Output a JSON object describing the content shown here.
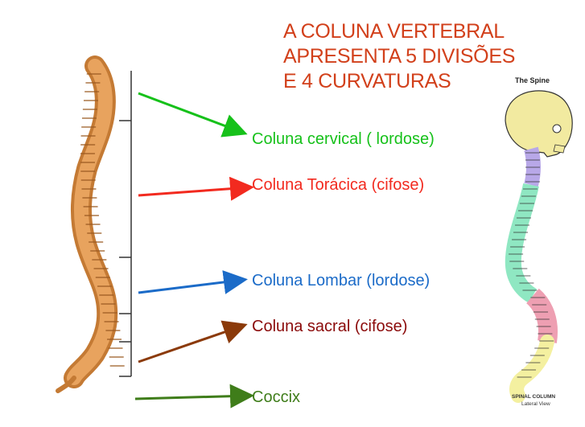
{
  "title": {
    "line1": "A COLUNA VERTEBRAL",
    "line2": "APRESENTA 5 DIVISÕES",
    "line3": "E 4 CURVATURAS"
  },
  "labels": [
    {
      "text": "Coluna cervical ( lordose)",
      "color": "#16c11a"
    },
    {
      "text": "Coluna Torácica (cifose)",
      "color": "#f22a1f"
    },
    {
      "text": "Coluna Lombar (lordose)",
      "color": "#1b6bc8"
    },
    {
      "text": "Coluna sacral (cifose)",
      "color": "#8b0a0a"
    },
    {
      "text": "Coccix",
      "color": "#3f7d1a"
    }
  ],
  "arrow_colors": [
    "#16c11a",
    "#f22a1f",
    "#1b6bc8",
    "#8b3a0a",
    "#3f7d1a"
  ],
  "spine_illustration": {
    "heading": "The Spine",
    "caption_line1": "SPINAL COLUMN",
    "caption_line2": "Lateral View"
  },
  "colors": {
    "title": "#d2401b",
    "bone": "#e49a55",
    "cervical": "#b8a8e8",
    "thoracic": "#8fe7c2",
    "lumbar": "#ee9fb2",
    "sacral": "#f4f0a0"
  }
}
